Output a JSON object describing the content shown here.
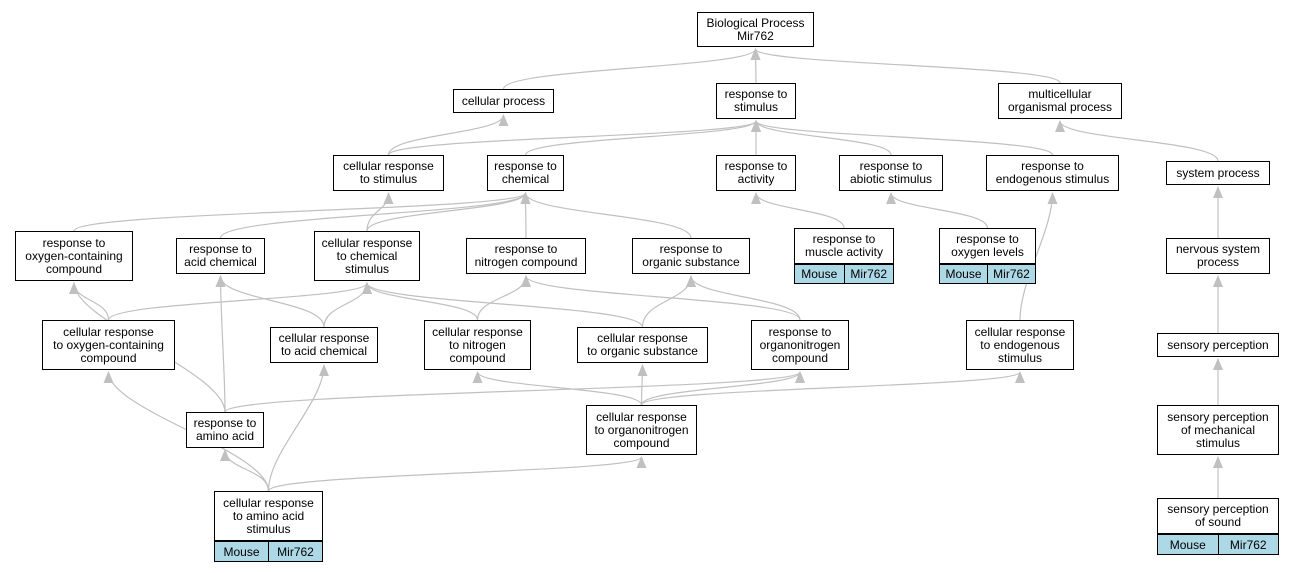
{
  "edge_color": "#c0c0c0",
  "annotation_color": "#add8e6",
  "nodes": [
    {
      "id": "bp",
      "label": "Biological Process\nMir762"
    },
    {
      "id": "cp",
      "label": "cellular process"
    },
    {
      "id": "rs",
      "label": "response to\nstimulus"
    },
    {
      "id": "mop",
      "label": "multicellular\norganismal process"
    },
    {
      "id": "crs",
      "label": "cellular response\nto stimulus"
    },
    {
      "id": "rc",
      "label": "response to\nchemical"
    },
    {
      "id": "ra",
      "label": "response to\nactivity"
    },
    {
      "id": "ras",
      "label": "response to\nabiotic stimulus"
    },
    {
      "id": "res",
      "label": "response to\nendogenous stimulus"
    },
    {
      "id": "sp",
      "label": "system process"
    },
    {
      "id": "rocc",
      "label": "response to\noxygen-containing\ncompound"
    },
    {
      "id": "rac",
      "label": "response to\nacid chemical"
    },
    {
      "id": "crcs",
      "label": "cellular response\nto chemical\nstimulus"
    },
    {
      "id": "rnc",
      "label": "response to\nnitrogen compound"
    },
    {
      "id": "ros",
      "label": "response to\norganic substance"
    },
    {
      "id": "rma",
      "label": "response to\nmuscle activity",
      "annotation": [
        "Mouse",
        "Mir762"
      ]
    },
    {
      "id": "rol",
      "label": "response to\noxygen levels",
      "annotation": [
        "Mouse",
        "Mir762"
      ]
    },
    {
      "id": "nsp",
      "label": "nervous system\nprocess"
    },
    {
      "id": "crocc",
      "label": "cellular response\nto oxygen-containing\ncompound"
    },
    {
      "id": "crac",
      "label": "cellular response\nto acid chemical"
    },
    {
      "id": "crnc",
      "label": "cellular response\nto nitrogen\ncompound"
    },
    {
      "id": "cros",
      "label": "cellular response\nto organic substance"
    },
    {
      "id": "ronc",
      "label": "response to\norganonitrogen\ncompound"
    },
    {
      "id": "cres",
      "label": "cellular response\nto endogenous\nstimulus"
    },
    {
      "id": "spe",
      "label": "sensory perception"
    },
    {
      "id": "raa",
      "label": "response to\namino acid"
    },
    {
      "id": "cronc",
      "label": "cellular response\nto organonitrogen\ncompound"
    },
    {
      "id": "spms",
      "label": "sensory perception\nof mechanical\nstimulus"
    },
    {
      "id": "craa",
      "label": "cellular response\nto amino acid\nstimulus",
      "annotation": [
        "Mouse",
        "Mir762"
      ]
    },
    {
      "id": "sps",
      "label": "sensory perception\nof sound",
      "annotation": [
        "Mouse",
        "Mir762"
      ]
    }
  ],
  "edges": [
    [
      "cp",
      "bp"
    ],
    [
      "rs",
      "bp"
    ],
    [
      "mop",
      "bp"
    ],
    [
      "crs",
      "cp"
    ],
    [
      "crs",
      "rs"
    ],
    [
      "rc",
      "rs"
    ],
    [
      "ra",
      "rs"
    ],
    [
      "ras",
      "rs"
    ],
    [
      "res",
      "rs"
    ],
    [
      "sp",
      "mop"
    ],
    [
      "rocc",
      "rc"
    ],
    [
      "rac",
      "rc"
    ],
    [
      "crcs",
      "rc"
    ],
    [
      "crcs",
      "crs"
    ],
    [
      "rnc",
      "rc"
    ],
    [
      "ros",
      "rc"
    ],
    [
      "rma",
      "ra"
    ],
    [
      "rol",
      "ras"
    ],
    [
      "nsp",
      "sp"
    ],
    [
      "crocc",
      "rocc"
    ],
    [
      "crocc",
      "crcs"
    ],
    [
      "crac",
      "rac"
    ],
    [
      "crac",
      "crcs"
    ],
    [
      "crnc",
      "rnc"
    ],
    [
      "crnc",
      "crcs"
    ],
    [
      "cros",
      "ros"
    ],
    [
      "cros",
      "crcs"
    ],
    [
      "ronc",
      "rnc"
    ],
    [
      "ronc",
      "ros"
    ],
    [
      "cres",
      "res"
    ],
    [
      "spe",
      "nsp"
    ],
    [
      "raa",
      "rocc"
    ],
    [
      "raa",
      "rac"
    ],
    [
      "raa",
      "ronc"
    ],
    [
      "cronc",
      "crnc"
    ],
    [
      "cronc",
      "cros"
    ],
    [
      "cronc",
      "ronc"
    ],
    [
      "cronc",
      "cres"
    ],
    [
      "spms",
      "spe"
    ],
    [
      "craa",
      "raa"
    ],
    [
      "craa",
      "crac"
    ],
    [
      "craa",
      "crocc"
    ],
    [
      "craa",
      "cronc"
    ],
    [
      "sps",
      "spms"
    ]
  ]
}
